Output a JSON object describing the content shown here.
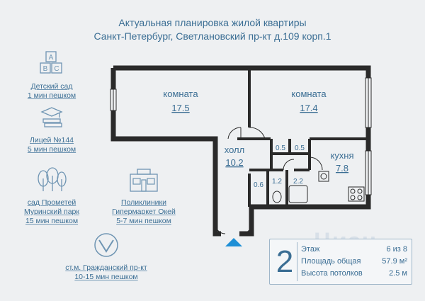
{
  "header": {
    "line1": "Актуальная  планировка жилой квартиры",
    "line2": "Санкт-Петербург, Светлановский пр-кт д.109 корп.1"
  },
  "poi": [
    {
      "icon": "abc-blocks-icon",
      "line1": "Детский сад",
      "line2": "1 мин пешком"
    },
    {
      "icon": "school-books-icon",
      "line1": "Лицей №144",
      "line2": "5 мин пешком"
    },
    {
      "icon": "park-trees-icon",
      "line1": "сад Прометей",
      "line2": "Муринский парк",
      "line3": "15 мин пешком"
    },
    {
      "icon": "store-building-icon",
      "line1": "Поликлиники",
      "line2": "Гипермаркет Окей",
      "line3": "5-7 мин пешком"
    },
    {
      "icon": "metro-logo-icon",
      "line1": "ст.м. Гражданский пр-кт",
      "line2": "10-15 мин пешком"
    }
  ],
  "rooms": {
    "room1": {
      "name": "комната",
      "area": "17.5"
    },
    "room2": {
      "name": "комната",
      "area": "17.4"
    },
    "hall": {
      "name": "холл",
      "area": "10.2"
    },
    "kitchen": {
      "name": "кухня",
      "area": "7.8"
    },
    "small": [
      "0.5",
      "0.5",
      "0.6",
      "1.2",
      "2.2"
    ]
  },
  "info": {
    "rooms_count": "2",
    "floor_label": "Этаж",
    "floor_value": "6 из 8",
    "area_label": "Площадь общая",
    "area_value": "57.9 м²",
    "ceiling_label": "Высота потолков",
    "ceiling_value": "2.5 м"
  },
  "watermark": "Циан",
  "colors": {
    "wall": "#2a2a2a",
    "text": "#3b6e94",
    "entry": "#1e8fd6",
    "background": "#eef0f2"
  }
}
